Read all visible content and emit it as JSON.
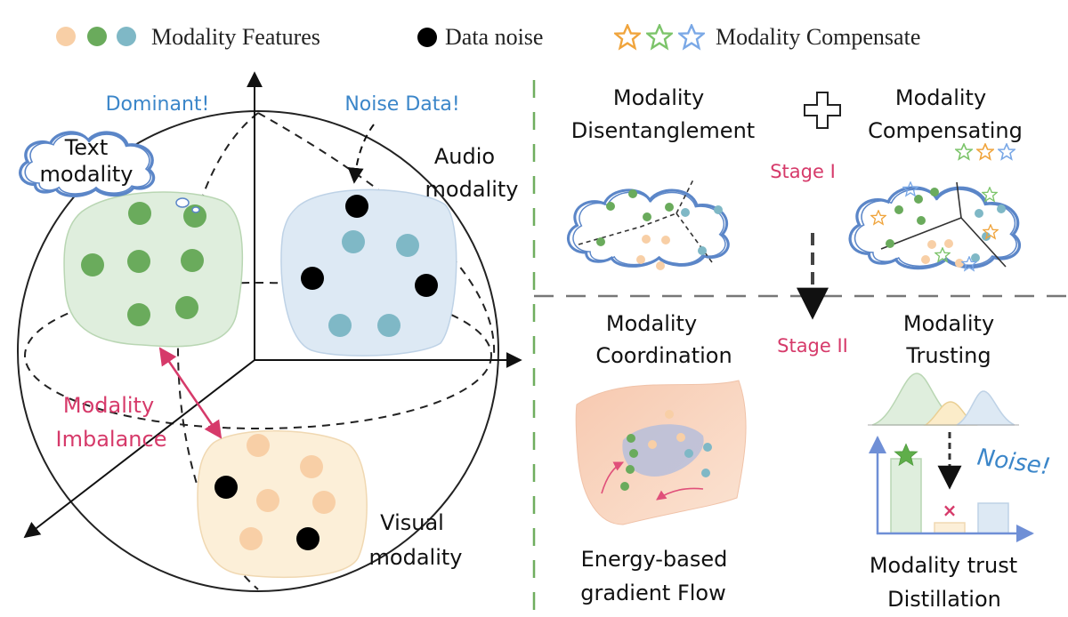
{
  "legend": {
    "features_label": "Modality Features",
    "noise_label": "Data noise",
    "compensate_label": "Modality Compensate"
  },
  "left": {
    "dominant_label": "Dominant!",
    "noise_data_label": "Noise Data!",
    "text_modality_line1": "Text",
    "text_modality_line2": "modality",
    "audio_modality_line1": "Audio",
    "audio_modality_line2": "modality",
    "visual_modality_line1": "Visual",
    "visual_modality_line2": "modality",
    "imbalance_line1": "Modality",
    "imbalance_line2": "Imbalance"
  },
  "right": {
    "disentangle_line1": "Modality",
    "disentangle_line2": "Disentanglement",
    "compensating_line1": "Modality",
    "compensating_line2": "Compensating",
    "stage1": "Stage I",
    "stage2": "Stage II",
    "coordination_line1": "Modality",
    "coordination_line2": "Coordination",
    "trusting_line1": "Modality",
    "trusting_line2": "Trusting",
    "energy_line1": "Energy-based",
    "energy_line2": "gradient Flow",
    "noise_label": "Noise!",
    "distill_line1": "Modality trust",
    "distill_line2": "Distillation"
  },
  "colors": {
    "green": "#6aab5c",
    "blue": "#7fb8c6",
    "peach": "#f8cfa6",
    "black": "#000000",
    "orange_star": "#f0a43c",
    "green_star": "#7cc46a",
    "blue_star": "#7aa8e6",
    "pink": "#d63a6a",
    "label_blue": "#3b86c9"
  }
}
